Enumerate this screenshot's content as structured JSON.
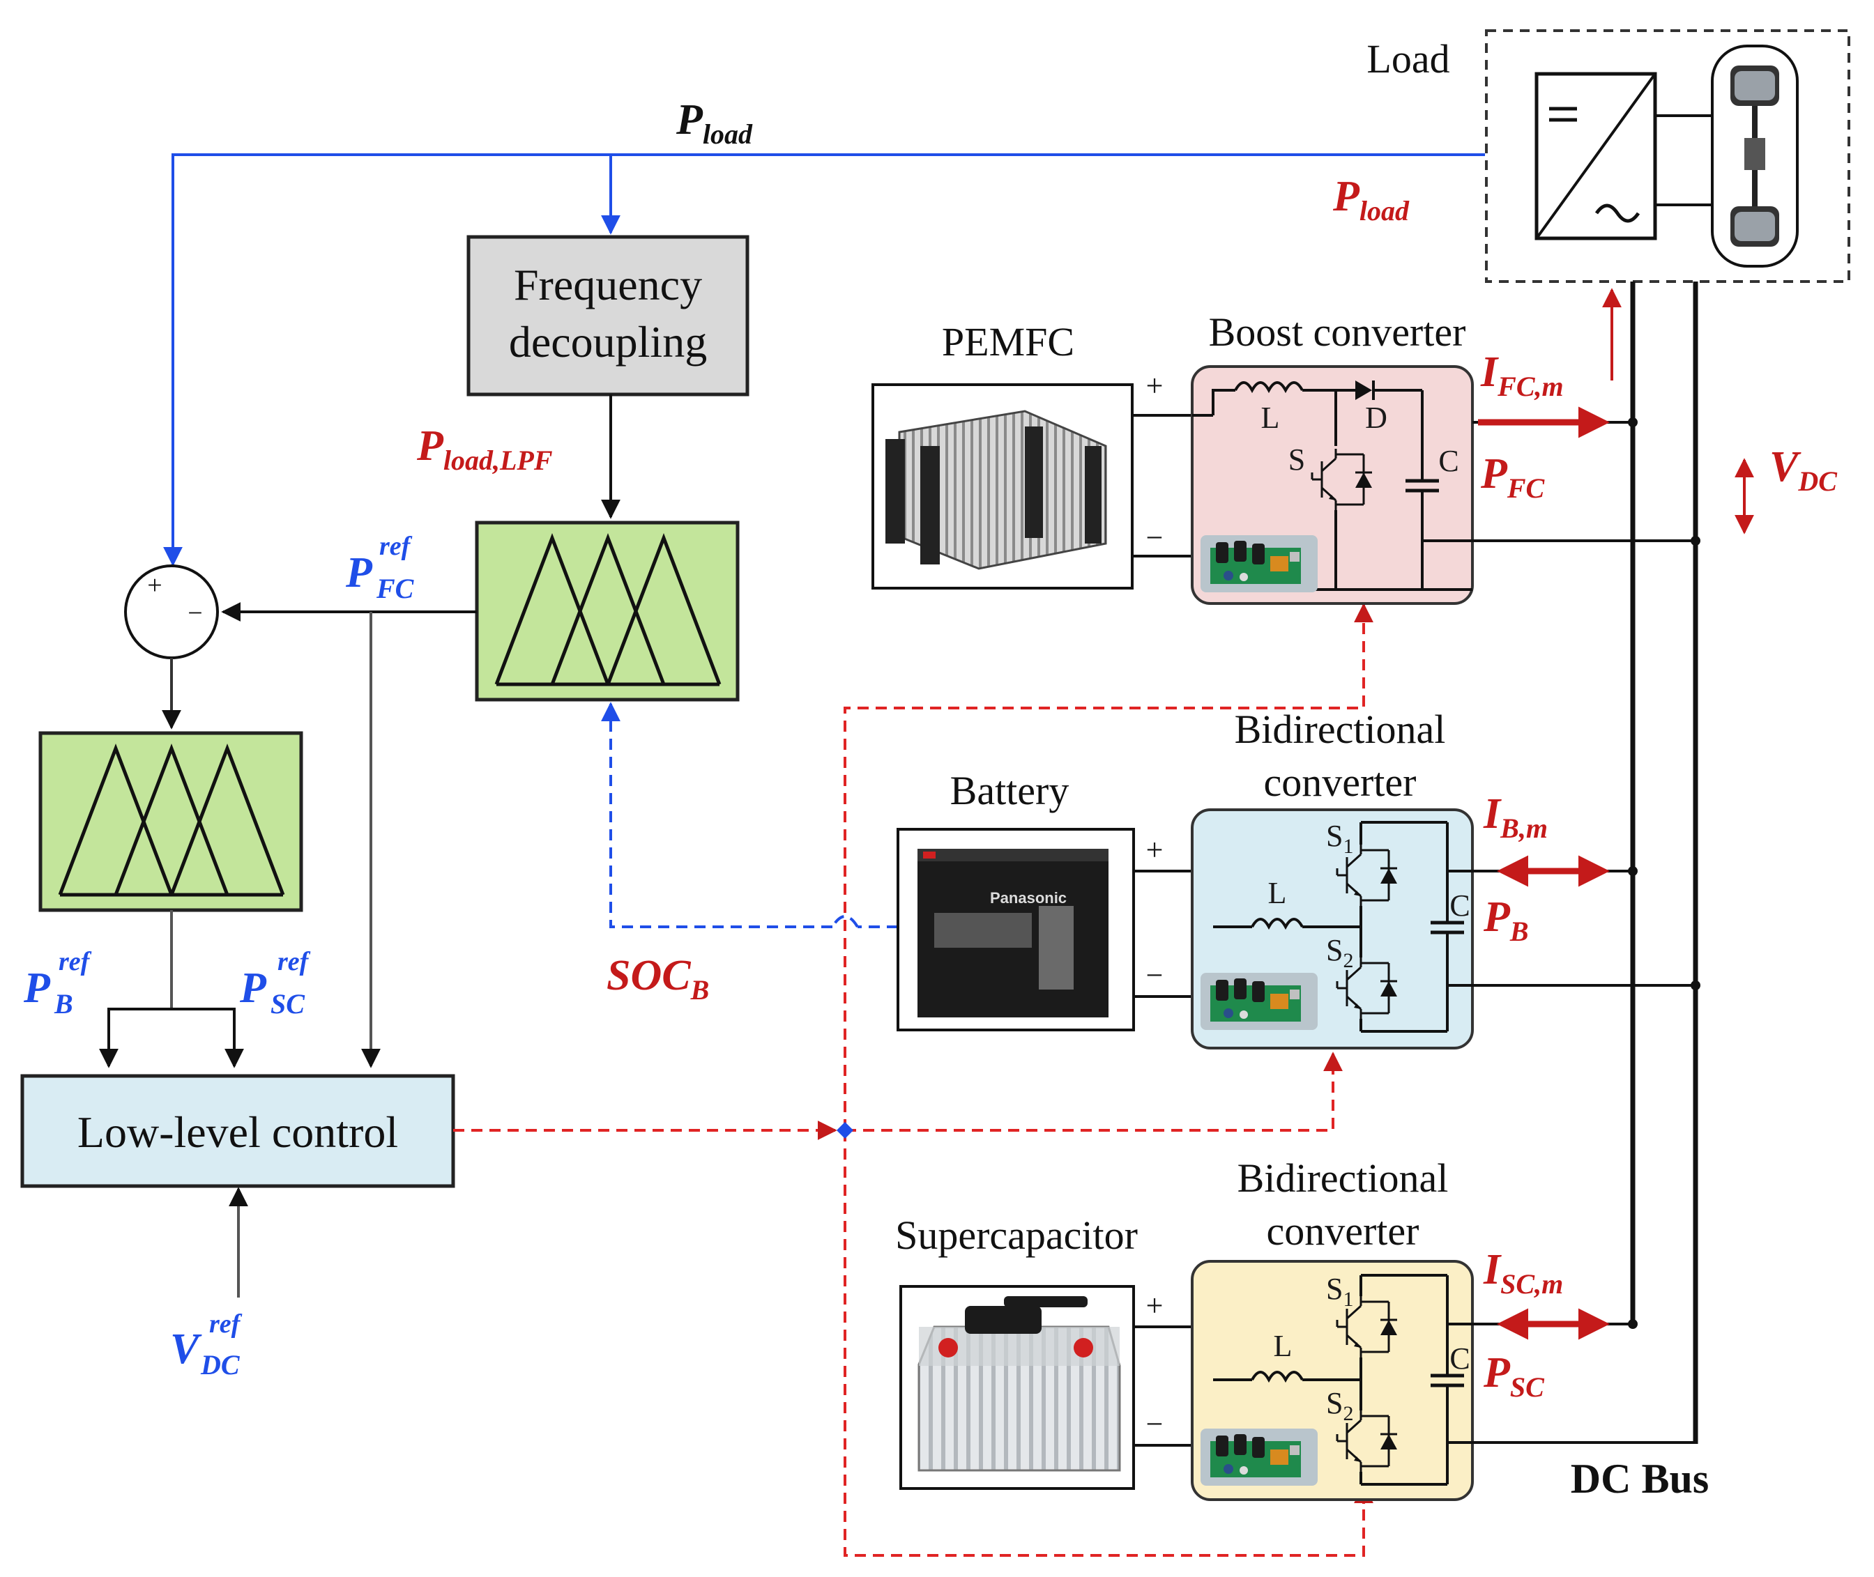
{
  "blocks": {
    "frequency_decoupling": {
      "line1": "Frequency",
      "line2": "decoupling"
    },
    "low_level_control": "Low-level control"
  },
  "load": {
    "label": "Load"
  },
  "sources": {
    "pemfc": {
      "label": "PEMFC"
    },
    "battery": {
      "label": "Battery",
      "brand": "Panasonic"
    },
    "supercapacitor": {
      "label": "Supercapacitor"
    }
  },
  "converters": {
    "boost": {
      "title": "Boost converter",
      "L": "L",
      "D": "D",
      "S": "S",
      "C": "C"
    },
    "bidir_battery": {
      "title1": "Bidirectional",
      "title2": "converter",
      "L": "L",
      "S1": "S",
      "S1_sub": "1",
      "S2": "S",
      "S2_sub": "2",
      "C": "C"
    },
    "bidir_sc": {
      "title1": "Bidirectional",
      "title2": "converter",
      "L": "L",
      "S1": "S",
      "S1_sub": "1",
      "S2": "S",
      "S2_sub": "2",
      "C": "C"
    }
  },
  "terminals": {
    "plus": "+",
    "minus": "−"
  },
  "summing": {
    "plus": "+",
    "minus": "−"
  },
  "dc_bus": "DC Bus",
  "signals": {
    "p_load_top": {
      "main": "P",
      "sub": "load"
    },
    "p_load_right": {
      "main": "P",
      "sub": "load"
    },
    "p_load_lpf": {
      "main": "P",
      "sub": "load,LPF"
    },
    "p_fc_ref": {
      "main": "P",
      "sub": "FC",
      "sup": "ref"
    },
    "p_b_ref": {
      "main": "P",
      "sub": "B",
      "sup": "ref"
    },
    "p_sc_ref": {
      "main": "P",
      "sub": "SC",
      "sup": "ref"
    },
    "v_dc_ref": {
      "main": "V",
      "sub": "DC",
      "sup": "ref"
    },
    "soc_b": {
      "main": "SOC",
      "sub": "B"
    },
    "i_fc_m": {
      "main": "I",
      "sub": "FC,m"
    },
    "p_fc": {
      "main": "P",
      "sub": "FC"
    },
    "i_b_m": {
      "main": "I",
      "sub": "B,m"
    },
    "p_b": {
      "main": "P",
      "sub": "B"
    },
    "i_sc_m": {
      "main": "I",
      "sub": "SC,m"
    },
    "p_sc": {
      "main": "P",
      "sub": "SC"
    },
    "v_dc": {
      "main": "V",
      "sub": "DC"
    }
  },
  "colors": {
    "blue": "#1f4ee8",
    "red": "#c41a1a",
    "fuzzy_green": "#c3e59b",
    "grey_block": "#d9d9d9",
    "llc_blue": "#d9ecf3",
    "boost_bg": "#f4d8d8",
    "battery_conv_bg": "#d8ecf3",
    "sc_conv_bg": "#fbefc6"
  }
}
